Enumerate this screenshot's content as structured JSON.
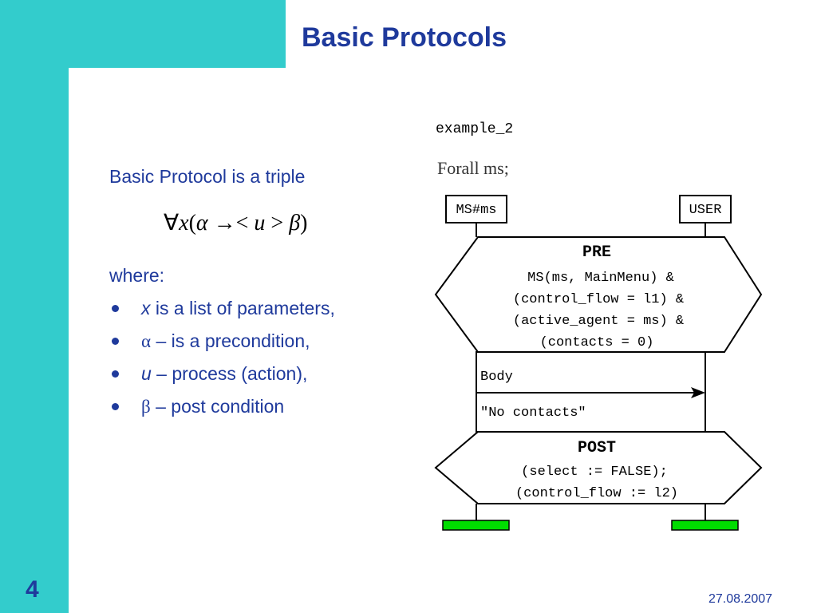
{
  "slide": {
    "title": "Basic Protocols",
    "page_number": "4",
    "date": "27.08.2007",
    "colors": {
      "teal": "#33cccc",
      "text_blue": "#1f3a9c",
      "green": "#00dd00"
    }
  },
  "left": {
    "intro": "Basic Protocol is a triple",
    "formula": {
      "forall": "∀",
      "var_x": "x",
      "open": "(",
      "alpha": "α",
      "arrow": "→",
      "lt": "<",
      "u": "u",
      "gt": ">",
      "beta": "β",
      "close": ")"
    },
    "where": "where:",
    "bullets": [
      {
        "sym": "x",
        "text": " is a list of parameters,"
      },
      {
        "sym": "α",
        "text": " – is a precondition,"
      },
      {
        "sym": "u",
        "text": " – process (action),"
      },
      {
        "sym": "β",
        "text": " – post condition"
      }
    ]
  },
  "diagram": {
    "name": "example_2",
    "forall": "Forall ms;",
    "actors": [
      "MS#ms",
      "USER"
    ],
    "pre": {
      "title": "PRE",
      "lines": [
        "MS(ms, MainMenu) &",
        "(control_flow = l1) &",
        "(active_agent = ms) &",
        "(contacts = 0)"
      ]
    },
    "body": {
      "label": "Body",
      "message": "\"No contacts\""
    },
    "post": {
      "title": "POST",
      "lines": [
        "(select := FALSE);",
        "(control_flow := l2)"
      ]
    }
  }
}
